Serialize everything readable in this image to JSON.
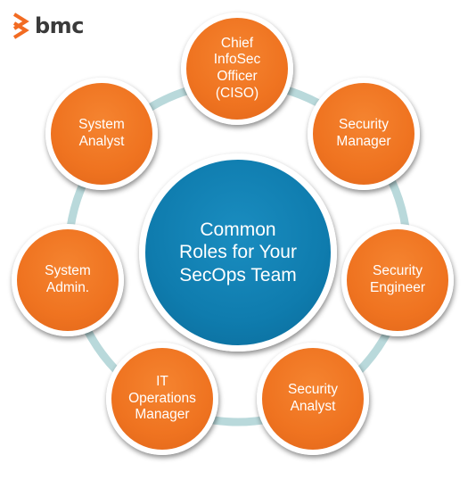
{
  "brand": {
    "name": "bmc",
    "color": "#f26b22",
    "icon": "bmc-logo-icon"
  },
  "center": {
    "label": "Common\nRoles for Your\nSecOps Team",
    "color": "#0f7cae"
  },
  "ring_color": "#b9d9db",
  "role_color": "#ef7320",
  "roles": [
    {
      "label": "Chief\nInfoSec\nOfficer\n(CISO)"
    },
    {
      "label": "Security\nManager"
    },
    {
      "label": "Security\nEngineer"
    },
    {
      "label": "Security\nAnalyst"
    },
    {
      "label": "IT\nOperations\nManager"
    },
    {
      "label": "System\nAdmin."
    },
    {
      "label": "System\nAnalyst"
    }
  ]
}
